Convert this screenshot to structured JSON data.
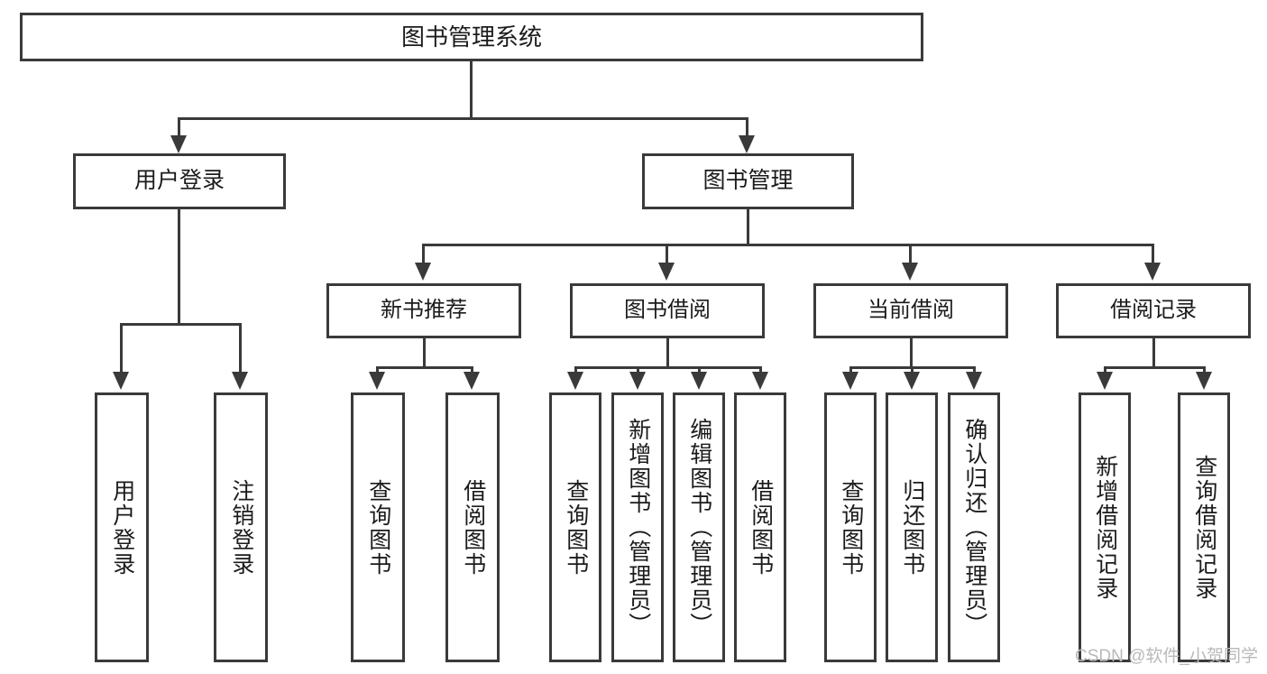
{
  "diagram": {
    "title": "图书管理系统",
    "type": "tree",
    "root": {
      "label": "图书管理系统"
    },
    "level1": [
      {
        "label": "用户登录"
      },
      {
        "label": "图书管理"
      }
    ],
    "level2": [
      {
        "label": "新书推荐"
      },
      {
        "label": "图书借阅"
      },
      {
        "label": "当前借阅"
      },
      {
        "label": "借阅记录"
      }
    ],
    "leaves": {
      "user_login": [
        {
          "label": "用户登录"
        },
        {
          "label": "注销登录"
        }
      ],
      "new_book_recommend": [
        {
          "label": "查询图书"
        },
        {
          "label": "借阅图书"
        }
      ],
      "book_borrow": [
        {
          "label": "查询图书"
        },
        {
          "label": "新增图书（管理员）"
        },
        {
          "label": "编辑图书（管理员）"
        },
        {
          "label": "借阅图书"
        }
      ],
      "current_borrow": [
        {
          "label": "查询图书"
        },
        {
          "label": "归还图书"
        },
        {
          "label": "确认归还（管理员）"
        }
      ],
      "borrow_record": [
        {
          "label": "新增借阅记录"
        },
        {
          "label": "查询借阅记录"
        }
      ]
    }
  },
  "watermark": {
    "text": "CSDN @软件_小贺同学"
  },
  "colors": {
    "stroke": "#3a3a3a",
    "fill": "#ffffff",
    "text": "#1b1b1b",
    "watermark": "#b9b9b9"
  }
}
